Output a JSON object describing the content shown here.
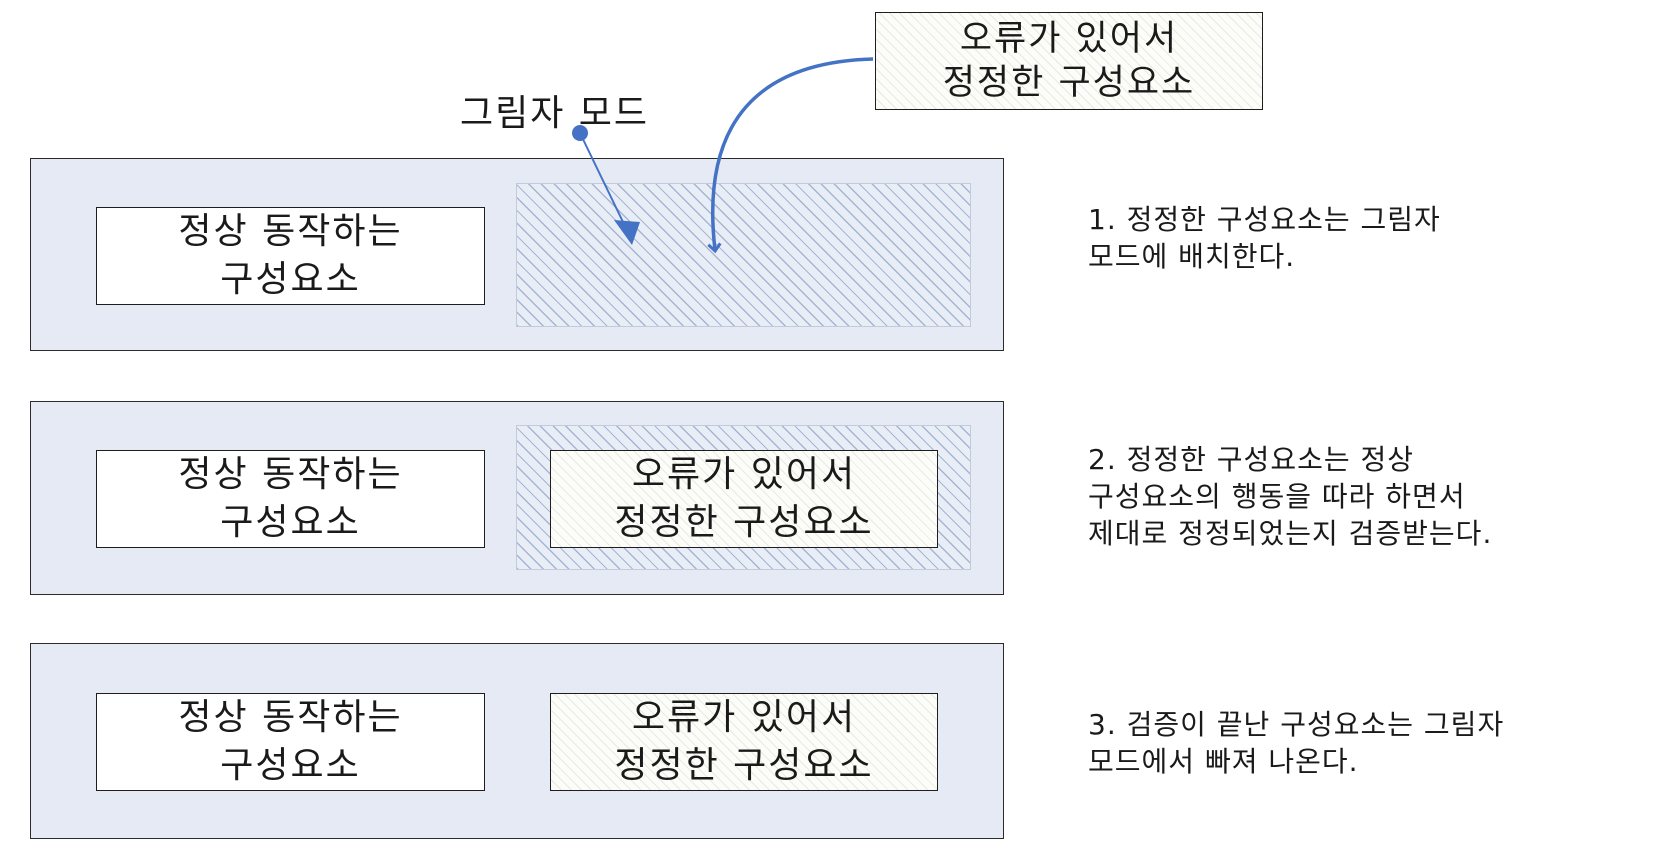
{
  "top": {
    "shadow_mode_label": "그림자 모드",
    "corrected_box": {
      "line1": "오류가 있어서",
      "line2": "정정한 구성요소"
    }
  },
  "stages": [
    {
      "normal_box": {
        "line1": "정상 동작하는",
        "line2": "구성요소"
      },
      "step_text": [
        "1. 정정한 구성요소는 그림자",
        "모드에 배치한다."
      ]
    },
    {
      "normal_box": {
        "line1": "정상 동작하는",
        "line2": "구성요소"
      },
      "corrected_box": {
        "line1": "오류가 있어서",
        "line2": "정정한 구성요소"
      },
      "step_text": [
        "2. 정정한 구성요소는 정상",
        "구성요소의 행동을 따라 하면서",
        "제대로 정정되었는지 검증받는다."
      ]
    },
    {
      "normal_box": {
        "line1": "정상 동작하는",
        "line2": "구성요소"
      },
      "corrected_box": {
        "line1": "오류가 있어서",
        "line2": "정정한 구성요소"
      },
      "step_text": [
        "3. 검증이 끝난 구성요소는 그림자",
        "모드에서 빠져 나온다."
      ]
    }
  ],
  "colors": {
    "arrow": "#4472c4",
    "stage_fill": "#e6eaf4",
    "hatch": "#6e87b9"
  }
}
